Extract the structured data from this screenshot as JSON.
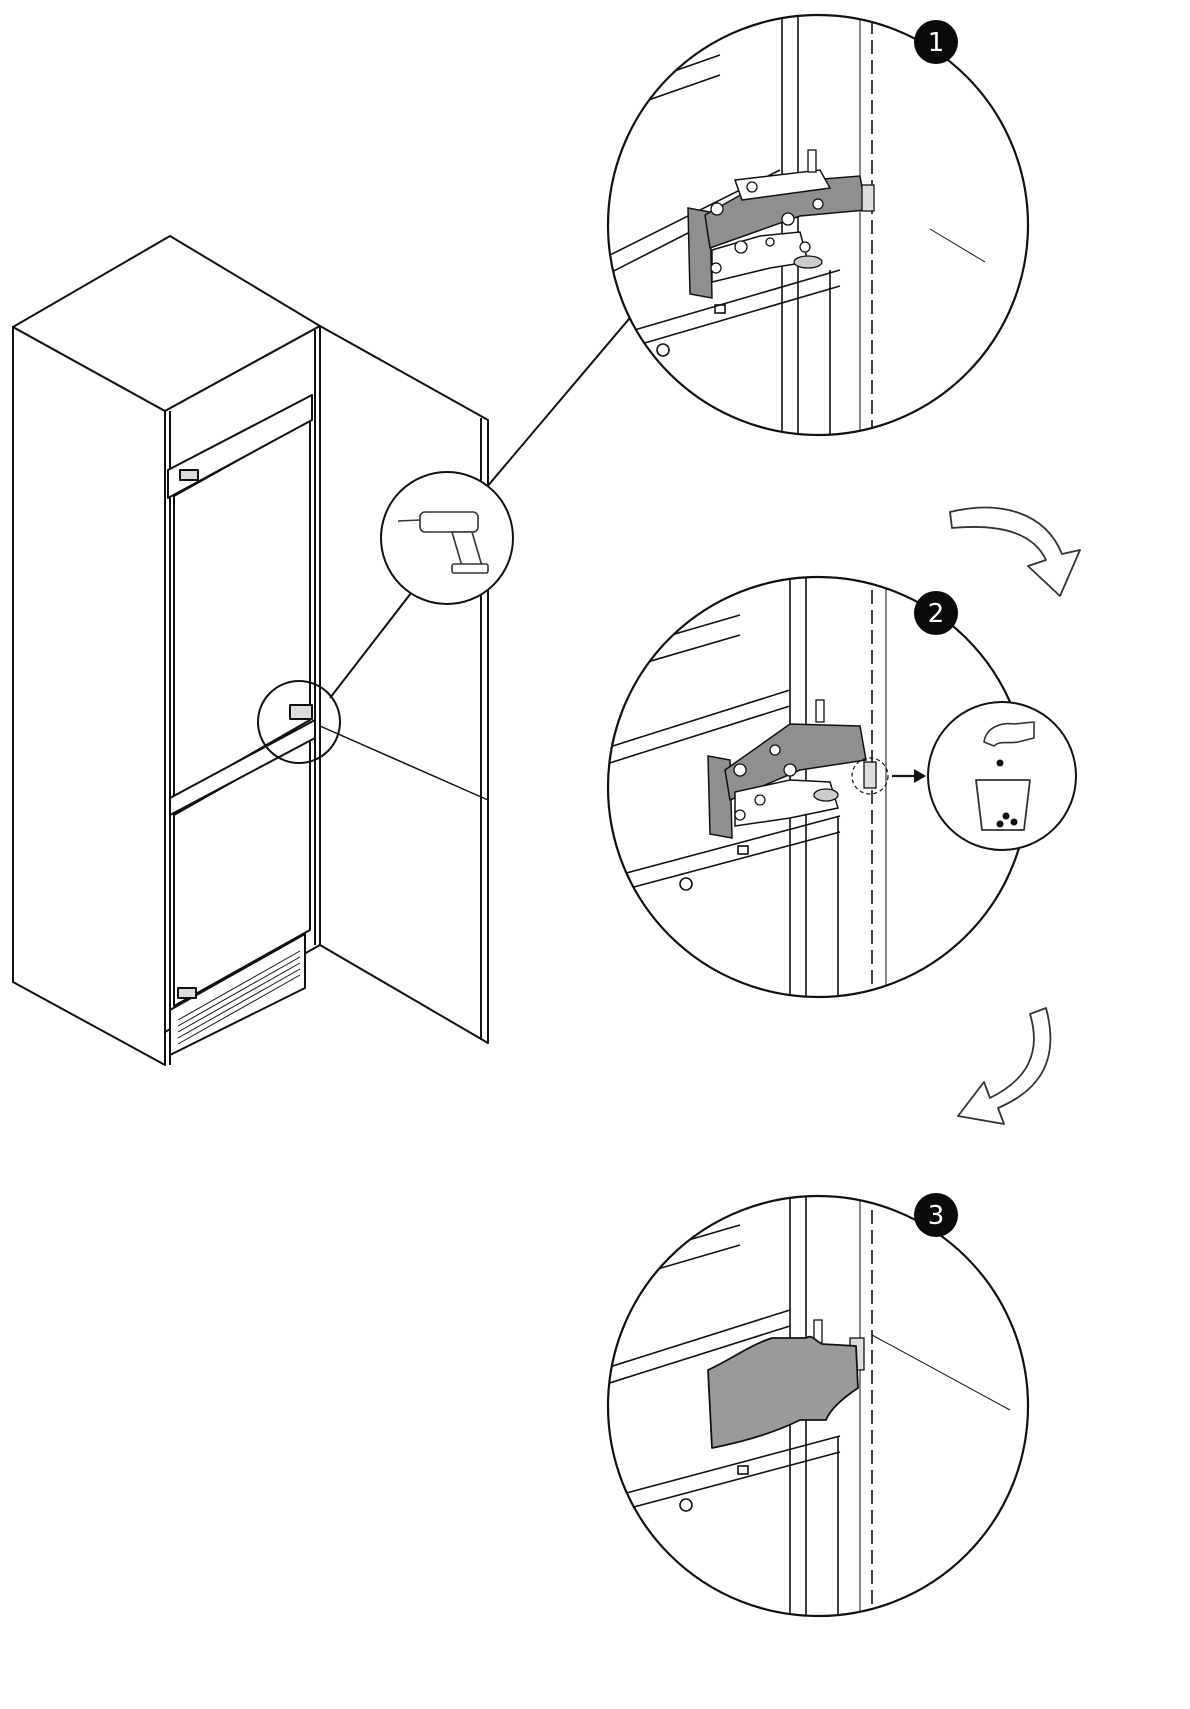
{
  "steps": [
    {
      "number": "1"
    },
    {
      "number": "2"
    },
    {
      "number": "3"
    }
  ],
  "icons": {
    "tool": "power-drill-icon",
    "dispose": "hand-drop-into-bin-icon"
  },
  "colors": {
    "line": "#111111",
    "badge": "#0a0a0a",
    "bracket_fill": "#8f8f8f",
    "cover_fill": "#9a9a9a",
    "panel_fill": "#ffffff"
  }
}
